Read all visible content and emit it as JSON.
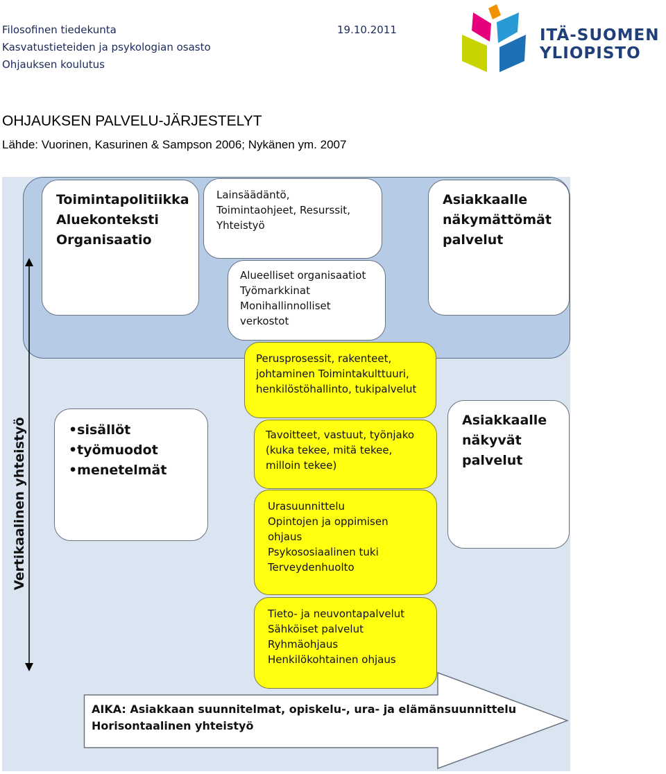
{
  "header": {
    "faculty": "Filosofinen tiedekunta",
    "department": "Kasvatustieteiden ja psykologian osasto",
    "program": "Ohjauksen koulutus",
    "date": "19.10.2011"
  },
  "logo": {
    "line1": "ITÄ-SUOMEN",
    "line2": "YLIOPISTO",
    "colors": [
      "#2a9ad6",
      "#e6007e",
      "#f39200",
      "#c8d400",
      "#1e6fb4"
    ]
  },
  "title": "OHJAUKSEN PALVELU-JÄRJESTELYT",
  "source": "Lähde: Vuorinen, Kasurinen & Sampson 2006; Nykänen ym. 2007",
  "diagram": {
    "box_policy": [
      "Toimintapolitiikka",
      "Aluekonteksti",
      "Organisaatio"
    ],
    "box_legislation": [
      "Lainsäädäntö,",
      "Toimintaohjeet, Resurssit,",
      "Yhteistyö"
    ],
    "box_invisible": [
      "Asiakkaalle",
      "näkymättömät",
      "palvelut"
    ],
    "box_regional": [
      "Alueelliset organisaatiot",
      "Työmarkkinat",
      "Monihallinnolliset",
      "verkostot"
    ],
    "box_processes": [
      "Perusprosessit, rakenteet,",
      "johtaminen Toimintakulttuuri,",
      "henkilöstöhallinto, tukipalvelut"
    ],
    "box_contents": [
      "•sisällöt",
      "•työmuodot",
      "•menetelmät"
    ],
    "box_visible": [
      "Asiakkaalle",
      "näkyvät",
      "palvelut"
    ],
    "box_goals": [
      "Tavoitteet, vastuut, työnjako",
      "(kuka tekee, mitä tekee,",
      "milloin tekee)"
    ],
    "box_career": [
      "Urasuunnittelu",
      "Opintojen ja oppimisen",
      "ohjaus",
      "Psykososiaalinen tuki",
      "Terveydenhuolto"
    ],
    "box_info": [
      "Tieto- ja neuvontapalvelut",
      "Sähköiset palvelut",
      "Ryhmäohjaus",
      "Henkilökohtainen ohjaus"
    ],
    "vertical_label": "Vertikaalinen yhteistyö",
    "arrow_line1": "AIKA: Asiakkaan suunnitelmat, opiskelu-, ura- ja elämänsuunnittelu",
    "arrow_line2": "Horisontaalinen yhteistyö",
    "colors": {
      "band": "#b6cbe6",
      "background": "#dbe4f1",
      "yellow": "#ffff0f",
      "white": "#ffffff"
    }
  }
}
